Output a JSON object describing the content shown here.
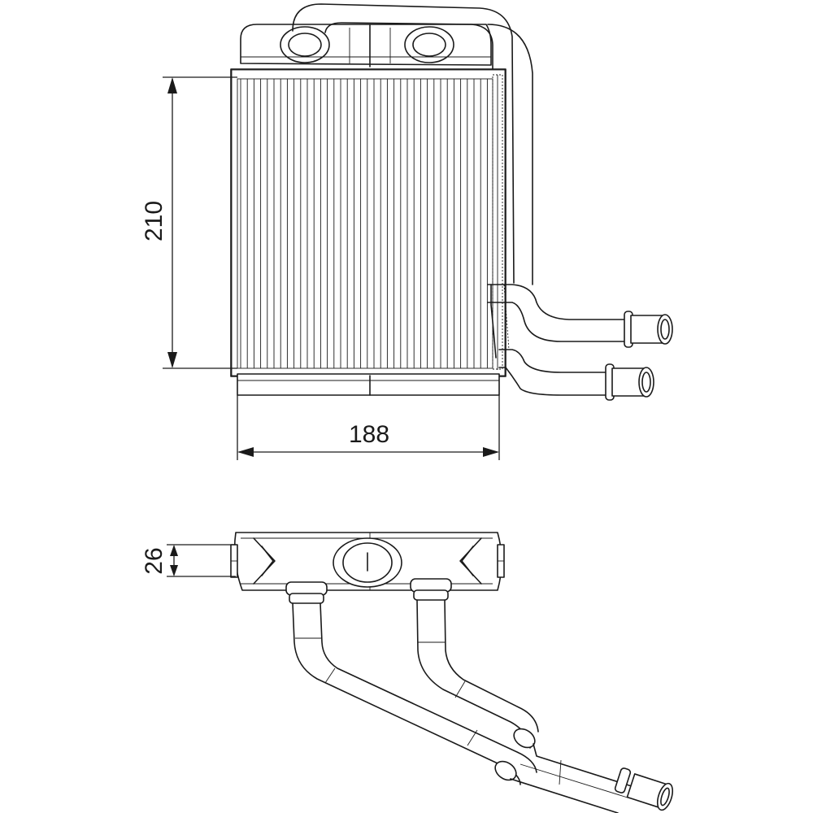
{
  "dimensions": {
    "height_label": "210",
    "width_label": "188",
    "depth_label": "26"
  }
}
